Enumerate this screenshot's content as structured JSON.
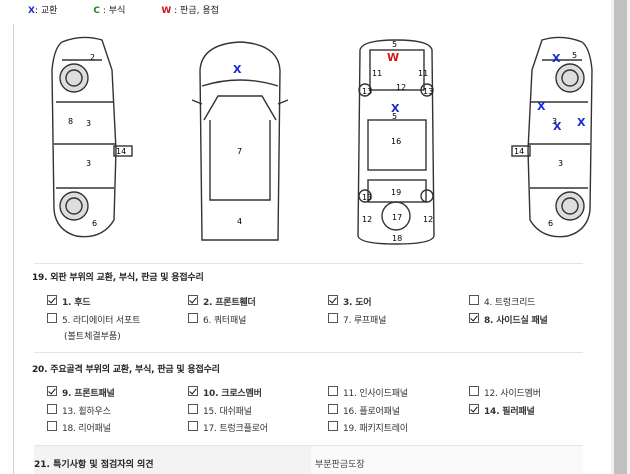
{
  "legend": {
    "x": {
      "mark": "X",
      "label": ": 교환",
      "color": "#1a2bd0"
    },
    "c": {
      "mark": "C",
      "label": " : 부식",
      "color": "#1e8a1e"
    },
    "w": {
      "mark": "W",
      "label": " : 판금, 용접",
      "color": "#d01616"
    }
  },
  "diagram_labels": {
    "side_left": [
      "2",
      "8",
      "3",
      "3",
      "14",
      "6"
    ],
    "top": [
      "7",
      "4"
    ],
    "frame": [
      "5",
      "W",
      "11",
      "11",
      "12",
      "13",
      "13",
      "5",
      "16",
      "19",
      "13",
      "12",
      "17",
      "12",
      "18"
    ],
    "side_right": [
      "5",
      "3",
      "14",
      "3",
      "6"
    ]
  },
  "markers": {
    "exchange": "X",
    "weld": "W"
  },
  "section19": {
    "title": "19. 외판 부위의 교환, 부식, 판금 및 용접수리",
    "items": [
      {
        "label": "1. 후드",
        "checked": true
      },
      {
        "label": "2. 프론트휀더",
        "checked": true
      },
      {
        "label": "3. 도어",
        "checked": true
      },
      {
        "label": "4. 트렁크리드",
        "checked": false
      },
      {
        "label": "5. 라디에이터 서포트",
        "checked": false
      },
      {
        "label": "6. 쿼터패널",
        "checked": false
      },
      {
        "label": "7. 루프패널",
        "checked": false
      },
      {
        "label": "8. 사이드실 패널",
        "checked": true
      }
    ],
    "note": "(볼트체결부품)"
  },
  "section20": {
    "title": "20. 주요골격 부위의 교환, 부식, 판금 및 용접수리",
    "items": [
      {
        "label": "9. 프론트패널",
        "checked": true
      },
      {
        "label": "10. 크로스멤버",
        "checked": true
      },
      {
        "label": "11. 인사이드패널",
        "checked": false
      },
      {
        "label": "12. 사이드멤버",
        "checked": false
      },
      {
        "label": "13. 휠하우스",
        "checked": false
      },
      {
        "label": "15. 대쉬패널",
        "checked": false
      },
      {
        "label": "16. 플로어패널",
        "checked": false
      },
      {
        "label": "14. 필러패널",
        "checked": true
      },
      {
        "label": "18. 리어패널",
        "checked": false
      },
      {
        "label": "17. 트렁크플로어",
        "checked": false
      },
      {
        "label": "19. 패키지트레이",
        "checked": false
      }
    ]
  },
  "footer": {
    "left": "21. 특기사항 및 점검자의 의견",
    "right": "부분판금도장"
  }
}
